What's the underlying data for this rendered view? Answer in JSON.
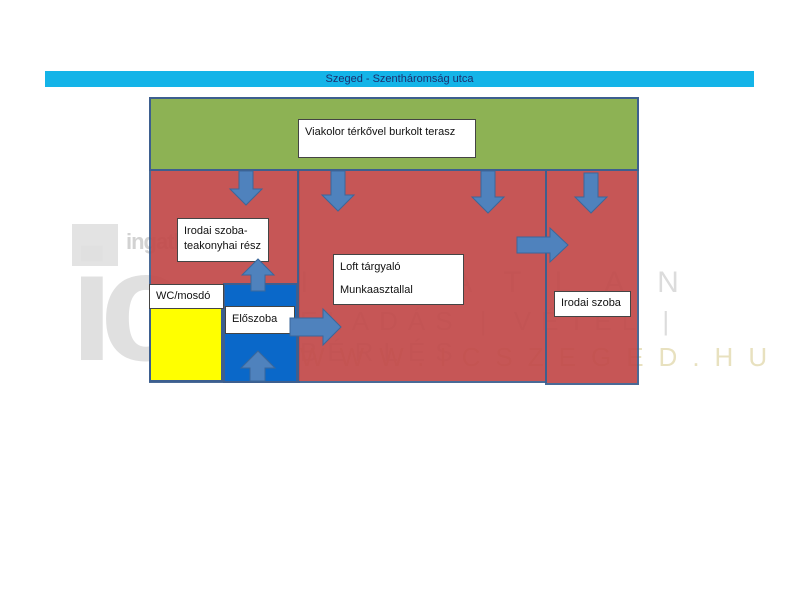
{
  "header": {
    "street": "Szeged - Szentháromság utca"
  },
  "watermark": {
    "logo_ic": "ic",
    "brand": "ingatlan",
    "line1": "INGATLAN",
    "line2": "ELADÁS | VÉTEL | BÉRLÉS",
    "line3": "WWW.ICSZEGED.HU"
  },
  "rooms": {
    "terrace": "Viakolor térkővel burkolt terasz",
    "office_kitchen": "Irodai szoba-teakonyhai rész",
    "wc": "WC/mosdó",
    "hall": "Előszoba",
    "loft_line1": "Loft tárgyaló",
    "loft_line2": "Munkaasztallal",
    "office": "Irodai szoba"
  },
  "colors": {
    "street_bar": "#14b4e8",
    "terrace": "#8db254",
    "rooms": "#c24a4a",
    "wc": "#ffff00",
    "hall": "#0a68c9",
    "arrow": "#4f82bd",
    "border": "#3d5f8f"
  }
}
